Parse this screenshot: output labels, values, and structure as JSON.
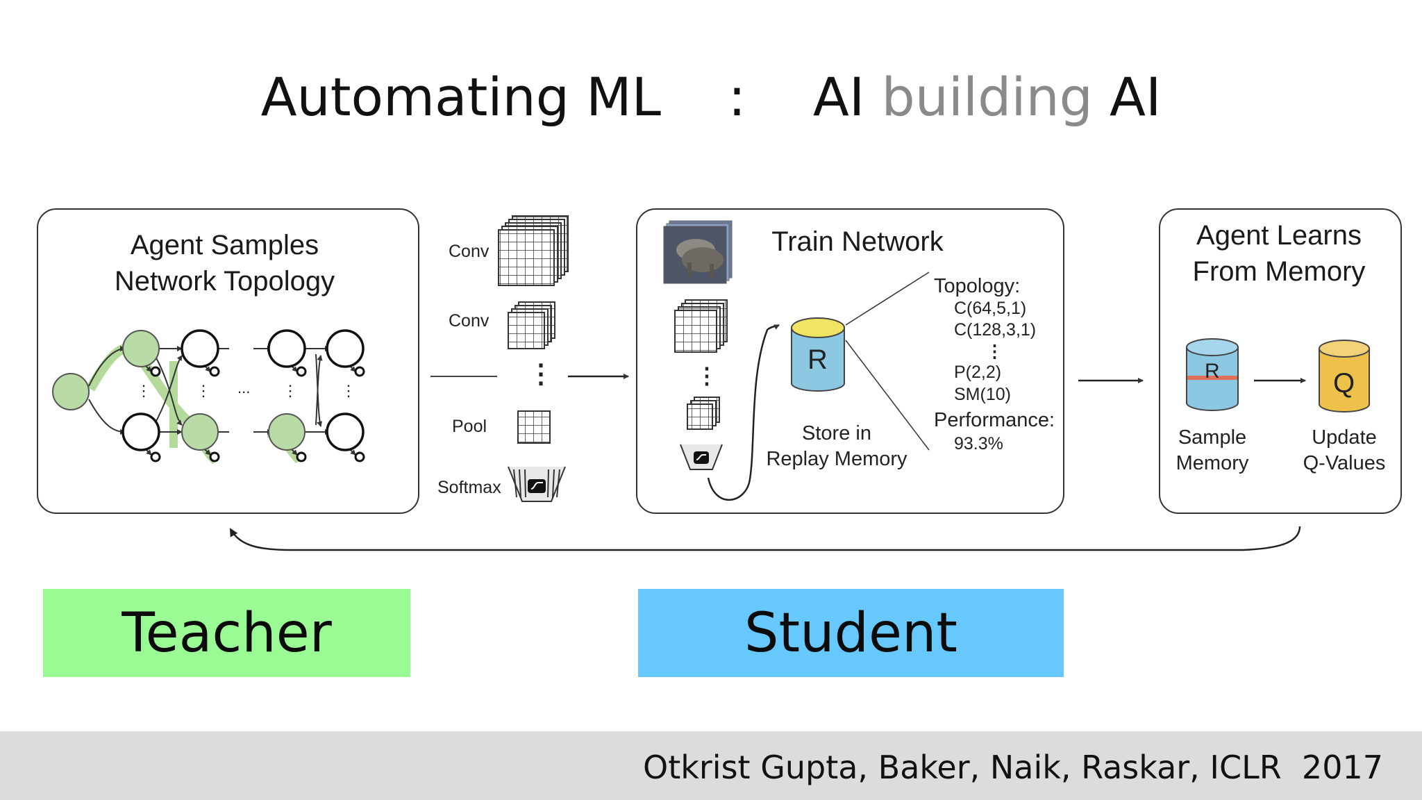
{
  "title": {
    "part1": "Automating ML    :    AI ",
    "part2": "building",
    "part3": " AI"
  },
  "panel_teacher": {
    "title_line1": "Agent Samples",
    "title_line2": "Network Topology",
    "dots": "...",
    "vdots": "⋮"
  },
  "layers": {
    "conv1": "Conv",
    "conv2": "Conv",
    "pool": "Pool",
    "softmax": "Softmax",
    "vdots": "⋮"
  },
  "panel_student": {
    "title": "Train Network",
    "db_label": "R",
    "store_line1": "Store in",
    "store_line2": "Replay Memory",
    "topology_label": "Topology:",
    "topology_items": [
      "C(64,5,1)",
      "C(128,3,1)",
      "⋮",
      "P(2,2)",
      "SM(10)"
    ],
    "performance_label": "Performance:",
    "performance_value": "93.3%"
  },
  "panel_learn": {
    "title_line1": "Agent Learns",
    "title_line2": "From Memory",
    "sample_db": "R",
    "q_db": "Q",
    "sample_line1": "Sample",
    "sample_line2": "Memory",
    "update_line1": "Update",
    "update_line2": "Q-Values"
  },
  "boxes": {
    "teacher": "Teacher",
    "student": "Student"
  },
  "citation": "Otkrist Gupta, Baker, Naik, Raskar, ICLR  2017",
  "colors": {
    "teacher_box": "#9afb94",
    "student_box": "#66c8fc",
    "node_fill": "#b9dba5",
    "db_body": "#8cc8e2",
    "db_top": "#f0e562",
    "q_db": "#eec14a"
  }
}
